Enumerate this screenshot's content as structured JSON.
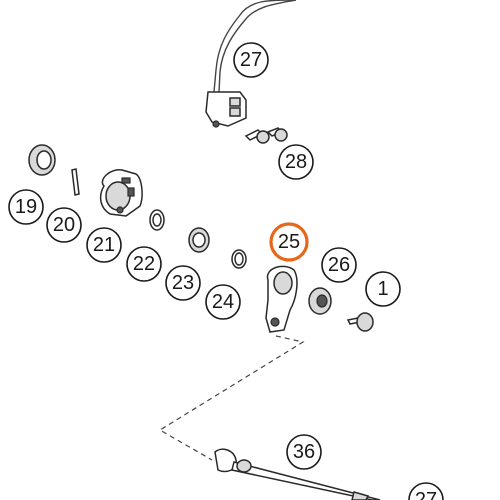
{
  "callouts": [
    {
      "id": "27-top",
      "label": "27",
      "highlight": false
    },
    {
      "id": "28",
      "label": "28",
      "highlight": false
    },
    {
      "id": "19",
      "label": "19",
      "highlight": false
    },
    {
      "id": "20",
      "label": "20",
      "highlight": false
    },
    {
      "id": "21",
      "label": "21",
      "highlight": false
    },
    {
      "id": "22",
      "label": "22",
      "highlight": false
    },
    {
      "id": "23",
      "label": "23",
      "highlight": false
    },
    {
      "id": "24",
      "label": "24",
      "highlight": false
    },
    {
      "id": "25",
      "label": "25",
      "highlight": true
    },
    {
      "id": "26",
      "label": "26",
      "highlight": false
    },
    {
      "id": "1",
      "label": "1",
      "highlight": false
    },
    {
      "id": "36",
      "label": "36",
      "highlight": false
    },
    {
      "id": "27-bottom",
      "label": "27",
      "highlight": false
    }
  ],
  "colors": {
    "highlight": "#e8661c",
    "outline": "#1a1a1a",
    "background": "#ffffff"
  }
}
